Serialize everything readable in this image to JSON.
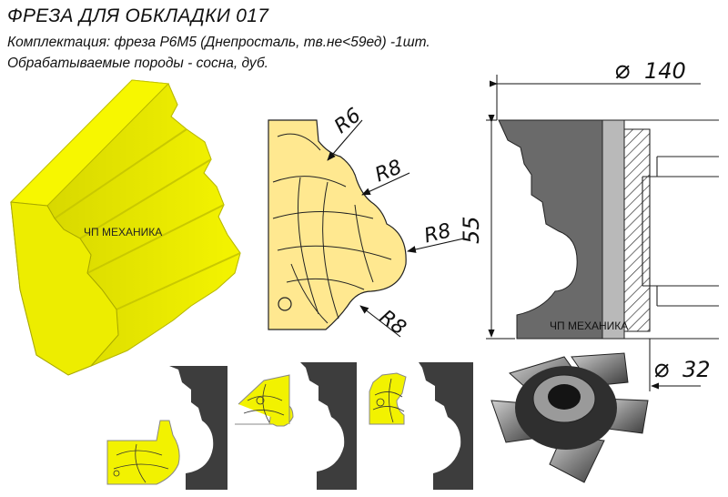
{
  "header": {
    "title": "ФРЕЗА ДЛЯ ОБКЛАДКИ 017",
    "kit": "Комплектация: фреза Р6М5 (Днепросталь, тв.не<59ед) -1шт.",
    "woods": "Обрабатываемые породы - сосна, дуб."
  },
  "watermark": {
    "molding": "ЧП МЕХАНИКА",
    "section": "ЧП МЕХАНИКА"
  },
  "profile": {
    "radius_top": "R6",
    "radius_middle": "R8",
    "radius_right": "R8",
    "radius_bottom": "R8"
  },
  "dimensions": {
    "outer_diameter": "140",
    "height": "55",
    "bore_diameter": "32",
    "diameter_symbol": "⌀"
  },
  "colors": {
    "wood_yellow": "#f0f000",
    "profile_fill": "#ffe88a",
    "cutter_gray": "#6b6b6b",
    "dark_gray": "#4d4d4d"
  }
}
